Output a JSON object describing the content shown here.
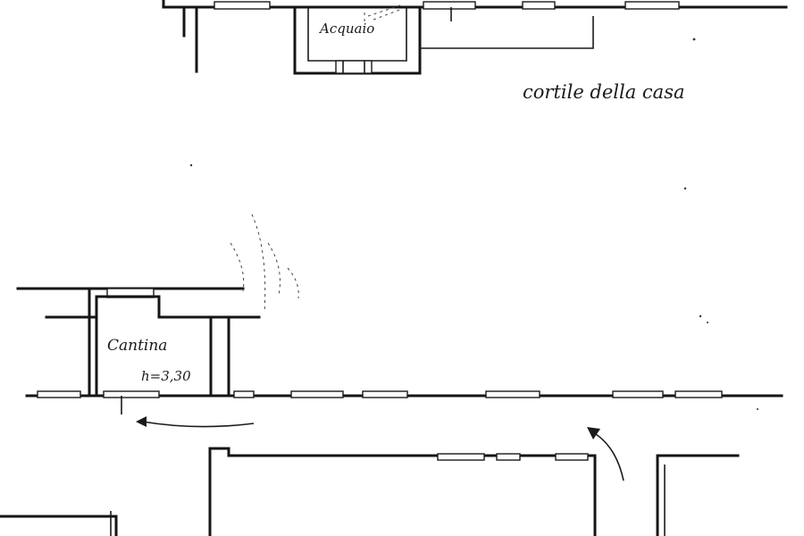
{
  "labels": {
    "acquaio": "Acquaio",
    "cortile": "cortile della casa",
    "cantina": "Cantina",
    "height": "h=3,30"
  }
}
